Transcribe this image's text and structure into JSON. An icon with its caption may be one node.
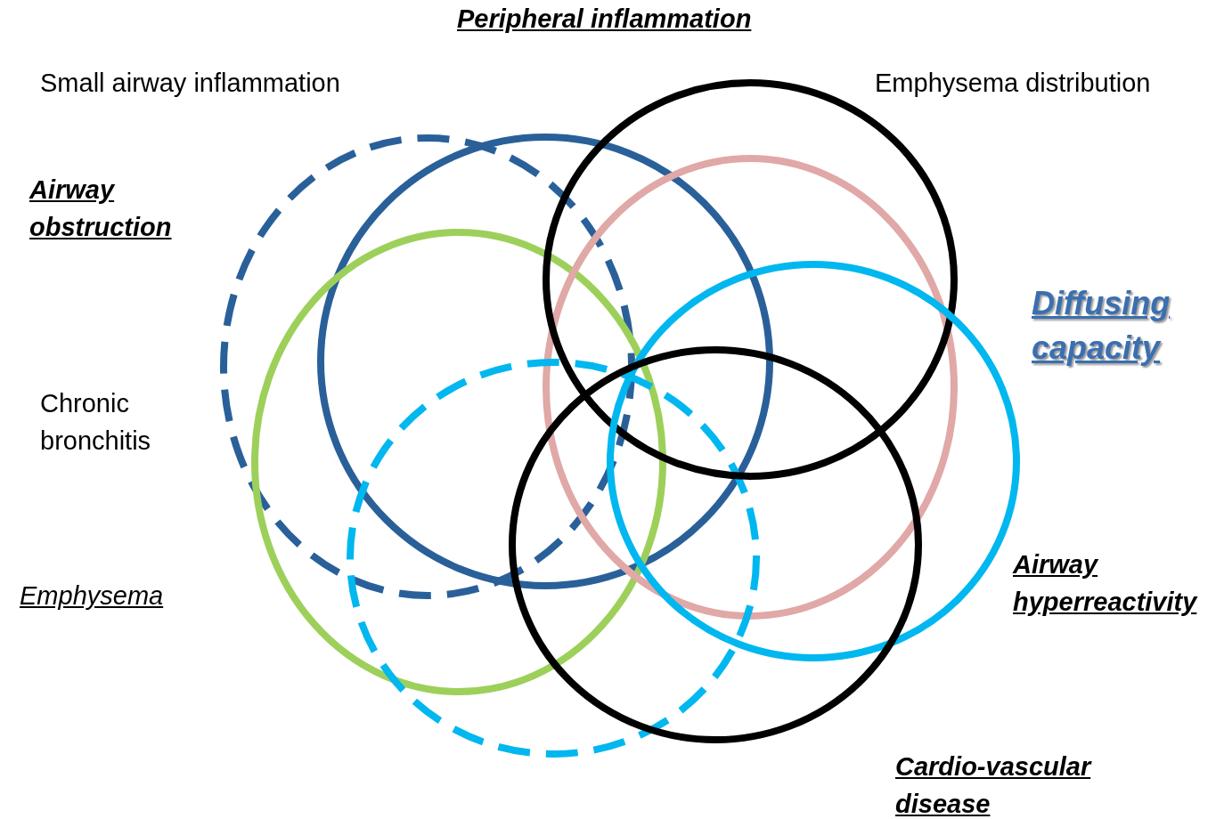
{
  "diagram": {
    "labels": [
      "Peripheral inflammation",
      "Small airway inflammation",
      "Emphysema distribution",
      "Airway obstruction",
      "Diffusing capacity",
      "Chronic bronchitis",
      "Airway hyperreactivity",
      "Emphysema",
      "Cardio-vascular disease"
    ]
  }
}
